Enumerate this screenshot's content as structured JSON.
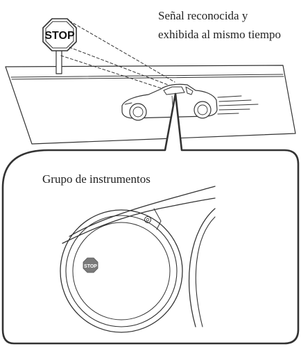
{
  "caption": {
    "line1": "Señal reconocida y",
    "line2": "exhibida al mismo tiempo"
  },
  "callout": {
    "title": "Grupo de instrumentos"
  },
  "road_sign": {
    "text": "STOP"
  },
  "display_icon": {
    "text": "STOP"
  },
  "colors": {
    "ink": "#333333",
    "icon_fill": "#7a7a7a",
    "icon_text": "#ffffff",
    "background": "#ffffff"
  },
  "icons": [
    "stop-sign-icon",
    "car-icon",
    "stop-display-icon"
  ]
}
